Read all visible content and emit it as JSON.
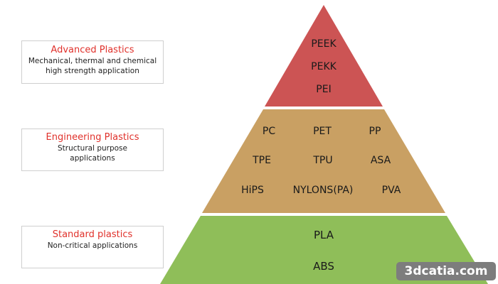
{
  "tiers": {
    "advanced": {
      "title": "Advanced Plastics",
      "description_line1": "Mechanical, thermal and chemical",
      "description_line2": "high strength application",
      "materials": [
        "PEEK",
        "PEKK",
        "PEI"
      ],
      "color": "#cc5454"
    },
    "engineering": {
      "title": "Engineering Plastics",
      "description_line1": "Structural purpose",
      "description_line2": "applications",
      "materials": [
        "PC",
        "PET",
        "PP",
        "TPE",
        "TPU",
        "ASA",
        "HiPS",
        "NYLONS(PA)",
        "PVA"
      ],
      "color": "#c9a063"
    },
    "standard": {
      "title": "Standard plastics",
      "description_line1": "Non-critical applications",
      "materials": [
        "PLA",
        "ABS"
      ],
      "color": "#8fbe59"
    }
  },
  "title_color": "#e0312b",
  "watermark": "3dcatia.com"
}
